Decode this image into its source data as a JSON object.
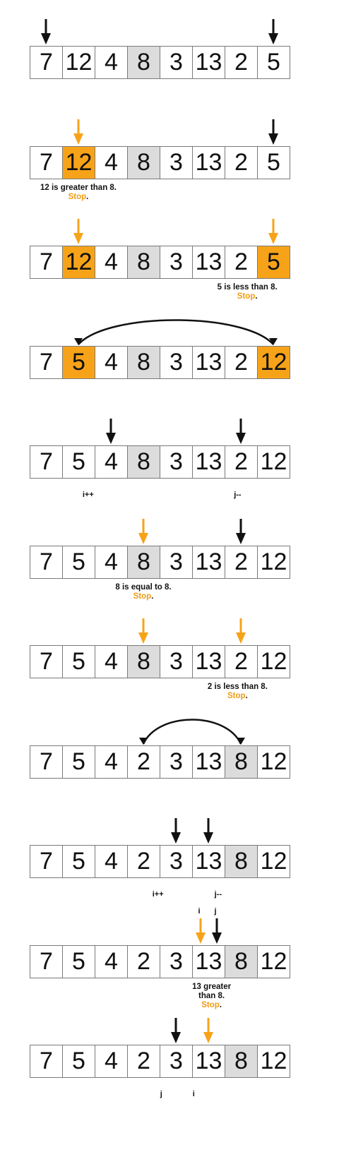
{
  "colors": {
    "pointer_black": "#111111",
    "pointer_orange": "#f7a319",
    "pivot_fill": "#dcdcdc",
    "highlight_fill": "#f7a319",
    "stop_text": "#f29b12"
  },
  "steps": [
    {
      "cells": [
        "7",
        "12",
        "4",
        "8",
        "3",
        "13",
        "2",
        "5"
      ],
      "pivot": 3,
      "highlight": [],
      "pointers": [
        {
          "pos": 0,
          "color": "black"
        },
        {
          "pos": 7,
          "color": "black"
        }
      ]
    },
    {
      "cells": [
        "7",
        "12",
        "4",
        "8",
        "3",
        "13",
        "2",
        "5"
      ],
      "pivot": 3,
      "highlight": [
        1
      ],
      "pointers": [
        {
          "pos": 1,
          "color": "orange"
        },
        {
          "pos": 7,
          "color": "black"
        }
      ],
      "note": {
        "text": "12 is greater than 8.",
        "stop": "Stop",
        "under": 1.5
      }
    },
    {
      "cells": [
        "7",
        "12",
        "4",
        "8",
        "3",
        "13",
        "2",
        "5"
      ],
      "pivot": 3,
      "highlight": [
        1,
        7
      ],
      "pointers": [
        {
          "pos": 1,
          "color": "orange"
        },
        {
          "pos": 7,
          "color": "orange"
        }
      ],
      "note": {
        "text": "5 is less than 8.",
        "stop": "Stop",
        "under": 6.7
      }
    },
    {
      "cells": [
        "7",
        "5",
        "4",
        "8",
        "3",
        "13",
        "2",
        "12"
      ],
      "pivot": 3,
      "highlight": [
        1,
        7
      ],
      "pointers": [],
      "swap": [
        1,
        7
      ]
    },
    {
      "cells": [
        "7",
        "5",
        "4",
        "8",
        "3",
        "13",
        "2",
        "12"
      ],
      "pivot": 3,
      "highlight": [],
      "pointers": [
        {
          "pos": 2,
          "color": "black"
        },
        {
          "pos": 6,
          "color": "black"
        }
      ],
      "labels": [
        {
          "text": "i++",
          "under": 1.8
        },
        {
          "text": "j--",
          "under": 6.4
        }
      ]
    },
    {
      "cells": [
        "7",
        "5",
        "4",
        "8",
        "3",
        "13",
        "2",
        "12"
      ],
      "pivot": 3,
      "highlight": [],
      "pointers": [
        {
          "pos": 3,
          "color": "orange"
        },
        {
          "pos": 6,
          "color": "black"
        }
      ],
      "note": {
        "text": "8 is equal to 8.",
        "stop": "Stop",
        "under": 3.5
      }
    },
    {
      "cells": [
        "7",
        "5",
        "4",
        "8",
        "3",
        "13",
        "2",
        "12"
      ],
      "pivot": 3,
      "highlight": [],
      "pointers": [
        {
          "pos": 3,
          "color": "orange"
        },
        {
          "pos": 6,
          "color": "orange"
        }
      ],
      "note": {
        "text": "2 is less than 8.",
        "stop": "Stop",
        "under": 6.4
      }
    },
    {
      "cells": [
        "7",
        "5",
        "4",
        "2",
        "3",
        "13",
        "8",
        "12"
      ],
      "pivot": 6,
      "highlight": [],
      "pointers": [],
      "swap": [
        3,
        6
      ]
    },
    {
      "cells": [
        "7",
        "5",
        "4",
        "2",
        "3",
        "13",
        "8",
        "12"
      ],
      "pivot": 6,
      "highlight": [],
      "pointers": [
        {
          "pos": 4,
          "color": "black"
        },
        {
          "pos": 5,
          "color": "black"
        }
      ],
      "labels": [
        {
          "text": "i++",
          "under": 3.95
        },
        {
          "text": "j--",
          "under": 5.8
        }
      ]
    },
    {
      "cells": [
        "7",
        "5",
        "4",
        "2",
        "3",
        "13",
        "8",
        "12"
      ],
      "pivot": 6,
      "highlight": [],
      "pointers": [
        {
          "pos": 4.75,
          "color": "orange"
        },
        {
          "pos": 5.25,
          "color": "black"
        }
      ],
      "toplabels": [
        {
          "text": "i",
          "over": 4.75
        },
        {
          "text": "j",
          "over": 5.25
        }
      ],
      "note": {
        "text": "13 greater\nthan 8.",
        "stop": "Stop",
        "under": 5.6
      }
    },
    {
      "cells": [
        "7",
        "5",
        "4",
        "2",
        "3",
        "13",
        "8",
        "12"
      ],
      "pivot": 6,
      "highlight": [],
      "pointers": [
        {
          "pos": 4,
          "color": "black"
        },
        {
          "pos": 5,
          "color": "orange"
        }
      ],
      "labels": [
        {
          "text": "j",
          "under": 4.05
        },
        {
          "text": "i",
          "under": 5.05
        }
      ]
    }
  ]
}
